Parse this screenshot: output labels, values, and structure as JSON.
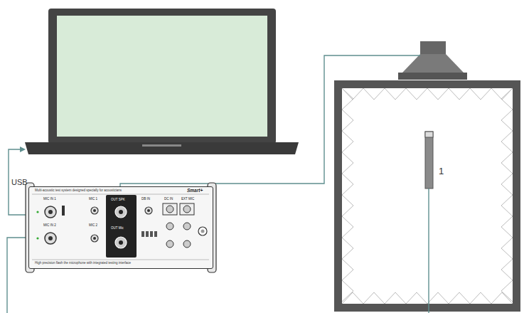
{
  "diagram": {
    "nodes": [
      {
        "text": [
          "Multi-acoustic test system designed specially for acousticians",
          "Smart+",
          "MIC IN 1",
          "MIC IN 2",
          "MIC 1",
          "MIC 2",
          "OUT SPK",
          "OUT Mic",
          "DB IN",
          "DC IN",
          "EXT MIC",
          "High precision flash the microphone with integrated testing interface"
        ]
      }
    ],
    "labels": [
      "USB",
      "1"
    ]
  }
}
